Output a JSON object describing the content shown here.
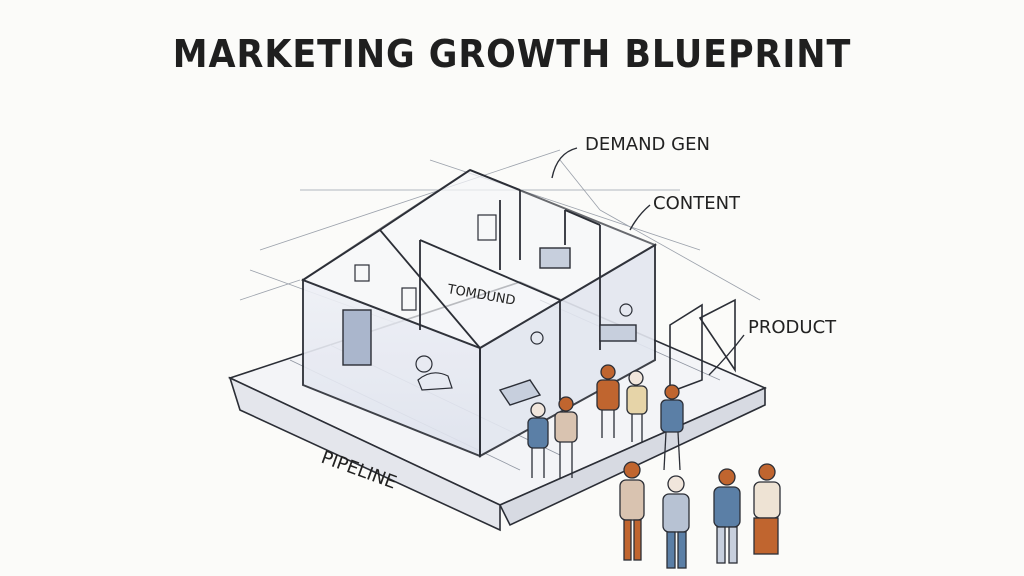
{
  "title": "MARKETING GROWTH BLUEPRINT",
  "labels": {
    "demand_gen": "DEMAND GEN",
    "content": "CONTENT",
    "product": "PRODUCT",
    "pipeline": "PIPELINE",
    "wall_sign": "TOMDUND"
  },
  "colors": {
    "ink": "#2b2e36",
    "wall_tint": "#e8ebf3",
    "person_orange": "#c0652f",
    "person_blue": "#5b7fa6"
  }
}
